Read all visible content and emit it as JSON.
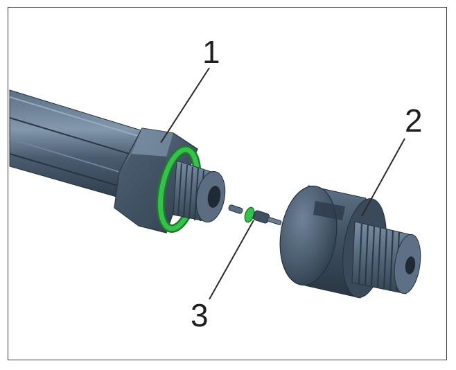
{
  "callouts": {
    "one": "1",
    "two": "2",
    "three": "3"
  },
  "colors": {
    "metal_dark": "#2f3f4f",
    "metal_mid": "#4d5f72",
    "metal_light": "#7d91a6",
    "seal_green": "#34c24a",
    "leader_line": "#2a2a2a",
    "frame_border": "#3a3a3a"
  }
}
